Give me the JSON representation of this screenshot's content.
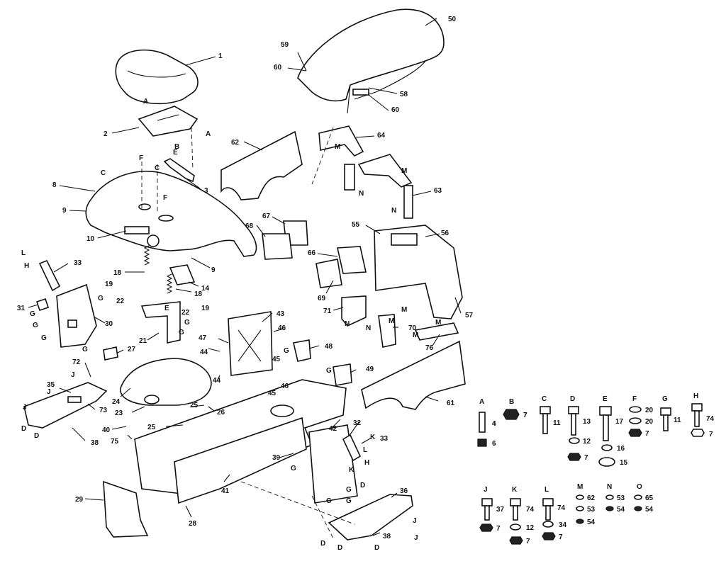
{
  "callouts": [
    {
      "id": "c1",
      "text": "1"
    },
    {
      "id": "c2",
      "text": "2"
    },
    {
      "id": "c3",
      "text": "3"
    },
    {
      "id": "c4",
      "text": "4"
    },
    {
      "id": "c5",
      "text": "7"
    },
    {
      "id": "c6",
      "text": "8"
    },
    {
      "id": "c7",
      "text": "9"
    },
    {
      "id": "c8",
      "text": "9"
    },
    {
      "id": "c9",
      "text": "10"
    },
    {
      "id": "c10",
      "text": "14"
    },
    {
      "id": "c11",
      "text": "18"
    },
    {
      "id": "c12",
      "text": "18"
    },
    {
      "id": "c13",
      "text": "19"
    },
    {
      "id": "c14",
      "text": "19"
    },
    {
      "id": "c15",
      "text": "21"
    },
    {
      "id": "c16",
      "text": "22"
    },
    {
      "id": "c17",
      "text": "22"
    },
    {
      "id": "c18",
      "text": "23"
    },
    {
      "id": "c19",
      "text": "24"
    },
    {
      "id": "c20",
      "text": "25"
    },
    {
      "id": "c21",
      "text": "25"
    },
    {
      "id": "c22",
      "text": "26"
    },
    {
      "id": "c23",
      "text": "27"
    },
    {
      "id": "c24",
      "text": "28"
    },
    {
      "id": "c25",
      "text": "29"
    },
    {
      "id": "c26",
      "text": "30"
    },
    {
      "id": "c27",
      "text": "31"
    },
    {
      "id": "c28",
      "text": "32"
    },
    {
      "id": "c29",
      "text": "33"
    },
    {
      "id": "c30",
      "text": "33"
    },
    {
      "id": "c31",
      "text": "35"
    },
    {
      "id": "c32",
      "text": "36"
    },
    {
      "id": "c33",
      "text": "38"
    },
    {
      "id": "c34",
      "text": "38"
    },
    {
      "id": "c35",
      "text": "39"
    },
    {
      "id": "c36",
      "text": "40"
    },
    {
      "id": "c37",
      "text": "41"
    },
    {
      "id": "c38",
      "text": "42"
    },
    {
      "id": "c39",
      "text": "43"
    },
    {
      "id": "c40",
      "text": "44"
    },
    {
      "id": "c41",
      "text": "44"
    },
    {
      "id": "c42",
      "text": "45"
    },
    {
      "id": "c43",
      "text": "45"
    },
    {
      "id": "c44",
      "text": "46"
    },
    {
      "id": "c45",
      "text": "46"
    },
    {
      "id": "c46",
      "text": "47"
    },
    {
      "id": "c47",
      "text": "48"
    },
    {
      "id": "c48",
      "text": "49"
    },
    {
      "id": "c49",
      "text": "50"
    },
    {
      "id": "c50",
      "text": "55"
    },
    {
      "id": "c51",
      "text": "56"
    },
    {
      "id": "c52",
      "text": "57"
    },
    {
      "id": "c53",
      "text": "58"
    },
    {
      "id": "c54",
      "text": "59"
    },
    {
      "id": "c55",
      "text": "60"
    },
    {
      "id": "c56",
      "text": "60"
    },
    {
      "id": "c57",
      "text": "61"
    },
    {
      "id": "c58",
      "text": "62"
    },
    {
      "id": "c59",
      "text": "63"
    },
    {
      "id": "c60",
      "text": "64"
    },
    {
      "id": "c61",
      "text": "66"
    },
    {
      "id": "c62",
      "text": "67"
    },
    {
      "id": "c63",
      "text": "68"
    },
    {
      "id": "c64",
      "text": "69"
    },
    {
      "id": "c65",
      "text": "70"
    },
    {
      "id": "c66",
      "text": "71"
    },
    {
      "id": "c67",
      "text": "72"
    },
    {
      "id": "c68",
      "text": "73"
    },
    {
      "id": "c69",
      "text": "75"
    },
    {
      "id": "c70",
      "text": "76"
    }
  ],
  "letter_tags": [
    "A",
    "A",
    "E",
    "B",
    "C",
    "F",
    "C",
    "F",
    "L",
    "H",
    "G",
    "G",
    "G",
    "G",
    "G",
    "E",
    "G",
    "G",
    "J",
    "J",
    "J",
    "D",
    "D",
    "M",
    "M",
    "N",
    "N",
    "M",
    "M",
    "M",
    "M",
    "N",
    "N",
    "G",
    "G",
    "G",
    "G",
    "G",
    "G",
    "K",
    "L",
    "H",
    "K",
    "D",
    "D",
    "J",
    "J",
    "D",
    "D"
  ],
  "hardware_legend": [
    {
      "key": "A",
      "items": [
        "4",
        "6"
      ]
    },
    {
      "key": "B",
      "items": [
        "7"
      ]
    },
    {
      "key": "C",
      "items": [
        "11"
      ]
    },
    {
      "key": "D",
      "items": [
        "13",
        "12",
        "7"
      ]
    },
    {
      "key": "E",
      "items": [
        "17",
        "16",
        "15"
      ]
    },
    {
      "key": "F",
      "items": [
        "20",
        "20",
        "7"
      ]
    },
    {
      "key": "G",
      "items": [
        "11"
      ]
    },
    {
      "key": "H",
      "items": [
        "74",
        "7"
      ]
    },
    {
      "key": "J",
      "items": [
        "37",
        "7"
      ]
    },
    {
      "key": "K",
      "items": [
        "74",
        "12",
        "7"
      ]
    },
    {
      "key": "L",
      "items": [
        "74",
        "34",
        "7"
      ]
    },
    {
      "key": "M",
      "items": [
        "62",
        "53",
        "54"
      ]
    },
    {
      "key": "N",
      "items": [
        "53",
        "54"
      ]
    },
    {
      "key": "O",
      "items": [
        "65",
        "54"
      ]
    }
  ]
}
